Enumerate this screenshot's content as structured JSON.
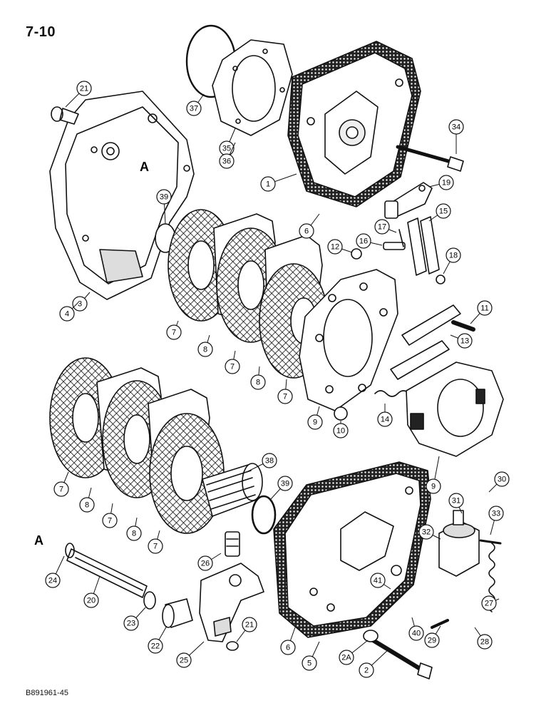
{
  "page_number": "7-10",
  "drawing_code": "B891961-45",
  "view_labels": [
    "A",
    "A"
  ],
  "parts": [
    {
      "id": "p1",
      "label": "1"
    },
    {
      "id": "p2",
      "label": "2"
    },
    {
      "id": "p2a",
      "label": "2A"
    },
    {
      "id": "p3",
      "label": "3"
    },
    {
      "id": "p4",
      "label": "4"
    },
    {
      "id": "p5",
      "label": "5"
    },
    {
      "id": "p6a",
      "label": "6"
    },
    {
      "id": "p6b",
      "label": "6"
    },
    {
      "id": "p7a",
      "label": "7"
    },
    {
      "id": "p7b",
      "label": "7"
    },
    {
      "id": "p7c",
      "label": "7"
    },
    {
      "id": "p7d",
      "label": "7"
    },
    {
      "id": "p7e",
      "label": "7"
    },
    {
      "id": "p7f",
      "label": "7"
    },
    {
      "id": "p8a",
      "label": "8"
    },
    {
      "id": "p8b",
      "label": "8"
    },
    {
      "id": "p8c",
      "label": "8"
    },
    {
      "id": "p8d",
      "label": "8"
    },
    {
      "id": "p9a",
      "label": "9"
    },
    {
      "id": "p9b",
      "label": "9"
    },
    {
      "id": "p10",
      "label": "10"
    },
    {
      "id": "p11",
      "label": "11"
    },
    {
      "id": "p12",
      "label": "12"
    },
    {
      "id": "p13",
      "label": "13"
    },
    {
      "id": "p14",
      "label": "14"
    },
    {
      "id": "p15",
      "label": "15"
    },
    {
      "id": "p16",
      "label": "16"
    },
    {
      "id": "p17",
      "label": "17"
    },
    {
      "id": "p18",
      "label": "18"
    },
    {
      "id": "p19",
      "label": "19"
    },
    {
      "id": "p20",
      "label": "20"
    },
    {
      "id": "p21a",
      "label": "21"
    },
    {
      "id": "p21b",
      "label": "21"
    },
    {
      "id": "p22",
      "label": "22"
    },
    {
      "id": "p23",
      "label": "23"
    },
    {
      "id": "p24",
      "label": "24"
    },
    {
      "id": "p25",
      "label": "25"
    },
    {
      "id": "p26",
      "label": "26"
    },
    {
      "id": "p27",
      "label": "27"
    },
    {
      "id": "p28",
      "label": "28"
    },
    {
      "id": "p29",
      "label": "29"
    },
    {
      "id": "p30",
      "label": "30"
    },
    {
      "id": "p31",
      "label": "31"
    },
    {
      "id": "p32",
      "label": "32"
    },
    {
      "id": "p33",
      "label": "33"
    },
    {
      "id": "p34",
      "label": "34"
    },
    {
      "id": "p35",
      "label": "35"
    },
    {
      "id": "p36",
      "label": "36"
    },
    {
      "id": "p37",
      "label": "37"
    },
    {
      "id": "p38",
      "label": "38"
    },
    {
      "id": "p39a",
      "label": "39"
    },
    {
      "id": "p39b",
      "label": "39"
    },
    {
      "id": "p40",
      "label": "40"
    },
    {
      "id": "p41",
      "label": "41"
    }
  ]
}
